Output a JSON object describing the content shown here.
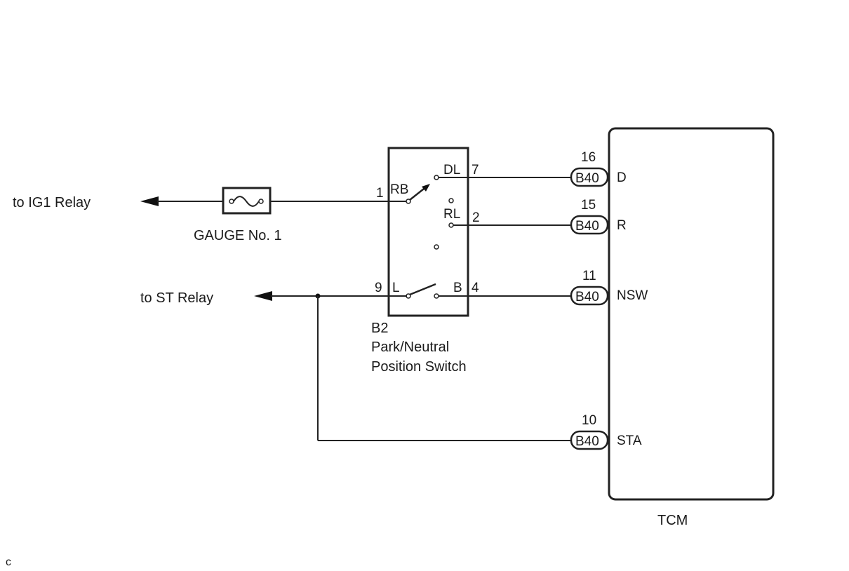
{
  "diagram": {
    "left_labels": {
      "ig1": "to IG1 Relay",
      "st": "to ST Relay"
    },
    "fuse": {
      "label": "GAUGE No. 1"
    },
    "switch": {
      "id": "B2",
      "name_line1": "Park/Neutral",
      "name_line2": "Position Switch",
      "pins": {
        "rb_num": "1",
        "rb": "RB",
        "dl": "DL",
        "dl_num": "7",
        "rl": "RL",
        "rl_num": "2",
        "l_num": "9",
        "l": "L",
        "b": "B",
        "b_num": "4"
      }
    },
    "connectors": [
      {
        "pin": "16",
        "connector": "B40",
        "signal": "D"
      },
      {
        "pin": "15",
        "connector": "B40",
        "signal": "R"
      },
      {
        "pin": "11",
        "connector": "B40",
        "signal": "NSW"
      },
      {
        "pin": "10",
        "connector": "B40",
        "signal": "STA"
      }
    ],
    "ecu": {
      "label": "TCM"
    },
    "corner_mark": "c"
  }
}
